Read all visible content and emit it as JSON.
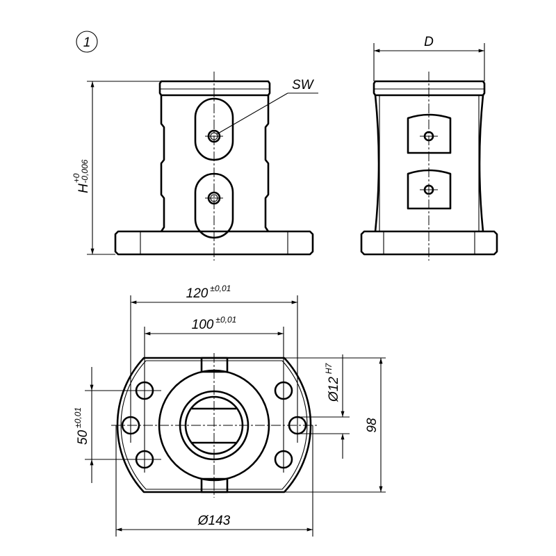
{
  "view_marker": "1",
  "labels": {
    "height": "H",
    "height_tol_upper": "+0",
    "height_tol_lower": "-0,006",
    "wrench_size": "SW",
    "depth": "D",
    "hole_spacing_outer": "120",
    "hole_spacing_outer_tol": "±0,01",
    "hole_spacing_inner": "100",
    "hole_spacing_inner_tol": "±0,01",
    "hole_spacing_vertical": "50",
    "hole_spacing_vertical_tol": "±0,01",
    "pin_hole_diameter": "Ø12",
    "pin_hole_fit": "H7",
    "plate_width": "98",
    "plate_diameter": "Ø143"
  }
}
